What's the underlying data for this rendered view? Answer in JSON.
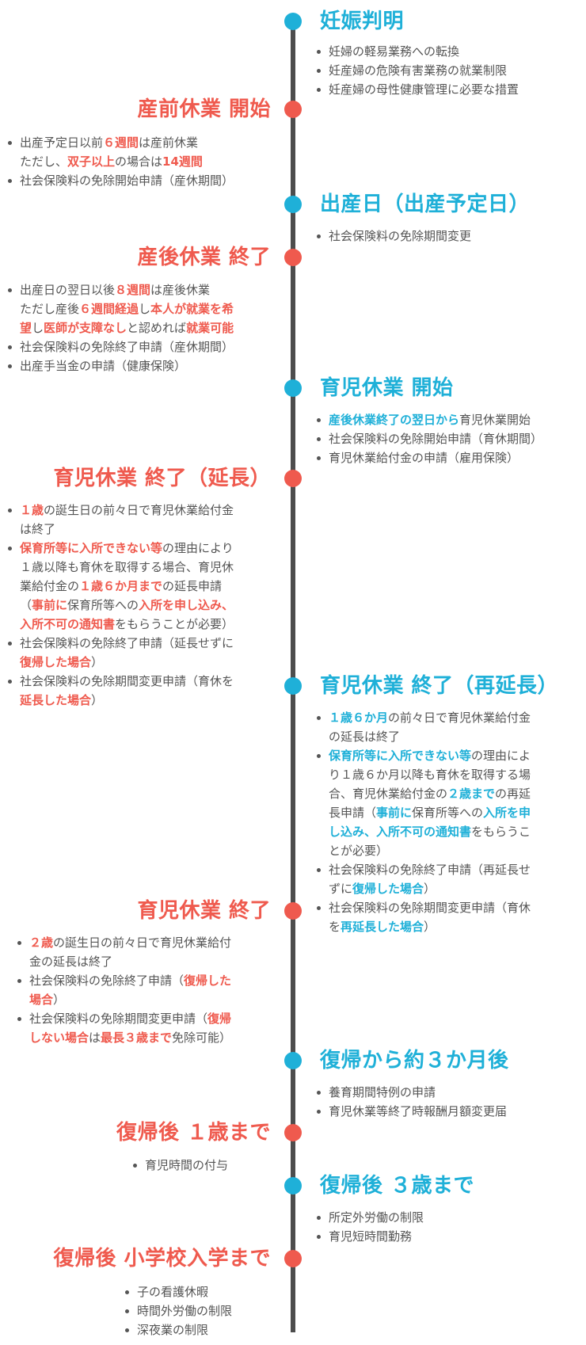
{
  "colors": {
    "blue": "#1fb0d8",
    "red": "#ef5a4e",
    "line": "#4d4d4d",
    "text": "#555555"
  },
  "events": [
    {
      "id": "e1",
      "color": "blue",
      "side": "right",
      "title": "妊娠判明",
      "items": [
        [
          {
            "t": "妊婦の軽易業務への転換"
          }
        ],
        [
          {
            "t": "妊産婦の危険有害業務の就業制限"
          }
        ],
        [
          {
            "t": "妊産婦の母性健康管理に必要な措置"
          }
        ]
      ]
    },
    {
      "id": "e2",
      "color": "red",
      "side": "left",
      "title": "産前休業 開始",
      "items": [
        [
          {
            "t": "出産予定日以前"
          },
          {
            "t": "６週間",
            "h": 1
          },
          {
            "t": "は産前休業\nただし、"
          },
          {
            "t": "双子以上",
            "h": 1
          },
          {
            "t": "の場合は"
          },
          {
            "t": "14週間",
            "h": 1
          }
        ],
        [
          {
            "t": "社会保険料の免除開始申請（産休期間）"
          }
        ]
      ]
    },
    {
      "id": "e3",
      "color": "blue",
      "side": "right",
      "title": "出産日（出産予定日）",
      "items": [
        [
          {
            "t": "社会保険料の免除期間変更"
          }
        ]
      ]
    },
    {
      "id": "e4",
      "color": "red",
      "side": "left",
      "title": "産後休業 終了",
      "items": [
        [
          {
            "t": "出産日の翌日以後"
          },
          {
            "t": "８週間",
            "h": 1
          },
          {
            "t": "は産後休業\nただし産後"
          },
          {
            "t": "６週間経過",
            "h": 1
          },
          {
            "t": "し"
          },
          {
            "t": "本人が就業を希\n望",
            "h": 1
          },
          {
            "t": "し"
          },
          {
            "t": "医師が支障なし",
            "h": 1
          },
          {
            "t": "と認めれば"
          },
          {
            "t": "就業可能",
            "h": 1
          }
        ],
        [
          {
            "t": "社会保険料の免除終了申請（産休期間）"
          }
        ],
        [
          {
            "t": "出産手当金の申請（健康保険）"
          }
        ]
      ]
    },
    {
      "id": "e5",
      "color": "blue",
      "side": "right",
      "title": "育児休業 開始",
      "items": [
        [
          {
            "t": "産後休業終了の翌日から",
            "h": 1
          },
          {
            "t": "育児休業開始"
          }
        ],
        [
          {
            "t": "社会保険料の免除開始申請（育休期間）"
          }
        ],
        [
          {
            "t": "育児休業給付金の申請（雇用保険）"
          }
        ]
      ]
    },
    {
      "id": "e6",
      "color": "red",
      "side": "left",
      "title": "育児休業 終了（延長）",
      "items": [
        [
          {
            "t": "１歳",
            "h": 1
          },
          {
            "t": "の誕生日の前々日で育児休業給付金\nは終了"
          }
        ],
        [
          {
            "t": "保育所等に入所できない等",
            "h": 1
          },
          {
            "t": "の理由により\n１歳以降も育休を取得する場合、育児休\n業給付金の"
          },
          {
            "t": "１歳６か月まで",
            "h": 1
          },
          {
            "t": "の延長申請\n（"
          },
          {
            "t": "事前に",
            "h": 1
          },
          {
            "t": "保育所等への"
          },
          {
            "t": "入所を申し込み、\n入所不可の通知書",
            "h": 1
          },
          {
            "t": "をもらうことが必要）"
          }
        ],
        [
          {
            "t": "社会保険料の免除終了申請（延長せずに\n"
          },
          {
            "t": "復帰した場合",
            "h": 1
          },
          {
            "t": "）"
          }
        ],
        [
          {
            "t": "社会保険料の免除期間変更申請（育休を\n"
          },
          {
            "t": "延長した場合",
            "h": 1
          },
          {
            "t": "）"
          }
        ]
      ]
    },
    {
      "id": "e7",
      "color": "blue",
      "side": "right",
      "title": "育児休業 終了（再延長）",
      "items": [
        [
          {
            "t": "１歳６か月",
            "h": 1
          },
          {
            "t": "の前々日で育児休業給付金\nの延長は終了"
          }
        ],
        [
          {
            "t": "保育所等に入所できない等",
            "h": 1
          },
          {
            "t": "の理由によ\nり１歳６か月以降も育休を取得する場\n合、育児休業給付金の"
          },
          {
            "t": "２歳まで",
            "h": 1
          },
          {
            "t": "の再延\n長申請（"
          },
          {
            "t": "事前に",
            "h": 1
          },
          {
            "t": "保育所等への"
          },
          {
            "t": "入所を申\nし込み、入所不可の通知書",
            "h": 1
          },
          {
            "t": "をもらうこ\nとが必要）"
          }
        ],
        [
          {
            "t": "社会保険料の免除終了申請（再延長せ\nずに"
          },
          {
            "t": "復帰した場合",
            "h": 1
          },
          {
            "t": "）"
          }
        ],
        [
          {
            "t": "社会保険料の免除期間変更申請（育休\nを"
          },
          {
            "t": "再延長した場合",
            "h": 1
          },
          {
            "t": "）"
          }
        ]
      ]
    },
    {
      "id": "e8",
      "color": "red",
      "side": "left",
      "title": "育児休業 終了",
      "items": [
        [
          {
            "t": "２歳",
            "h": 1
          },
          {
            "t": "の誕生日の前々日で育児休業給付\n金の延長は終了"
          }
        ],
        [
          {
            "t": "社会保険料の免除終了申請（"
          },
          {
            "t": "復帰した\n場合",
            "h": 1
          },
          {
            "t": "）"
          }
        ],
        [
          {
            "t": "社会保険料の免除期間変更申請（"
          },
          {
            "t": "復帰\nしない場合",
            "h": 1
          },
          {
            "t": "は"
          },
          {
            "t": "最長３歳まで",
            "h": 1
          },
          {
            "t": "免除可能）"
          }
        ]
      ]
    },
    {
      "id": "e9",
      "color": "blue",
      "side": "right",
      "title": "復帰から約３か月後",
      "items": [
        [
          {
            "t": "養育期間特例の申請"
          }
        ],
        [
          {
            "t": "育児休業等終了時報酬月額変更届"
          }
        ]
      ]
    },
    {
      "id": "e10",
      "color": "red",
      "side": "left",
      "title": "復帰後 １歳まで",
      "items": [
        [
          {
            "t": "育児時間の付与"
          }
        ]
      ]
    },
    {
      "id": "e11",
      "color": "blue",
      "side": "right",
      "title": "復帰後 ３歳まで",
      "items": [
        [
          {
            "t": "所定外労働の制限"
          }
        ],
        [
          {
            "t": "育児短時間勤務"
          }
        ]
      ]
    },
    {
      "id": "e12",
      "color": "red",
      "side": "left",
      "title": "復帰後 小学校入学まで",
      "items": [
        [
          {
            "t": "子の看護休暇"
          }
        ],
        [
          {
            "t": "時間外労働の制限"
          }
        ],
        [
          {
            "t": "深夜業の制限"
          }
        ]
      ]
    }
  ]
}
